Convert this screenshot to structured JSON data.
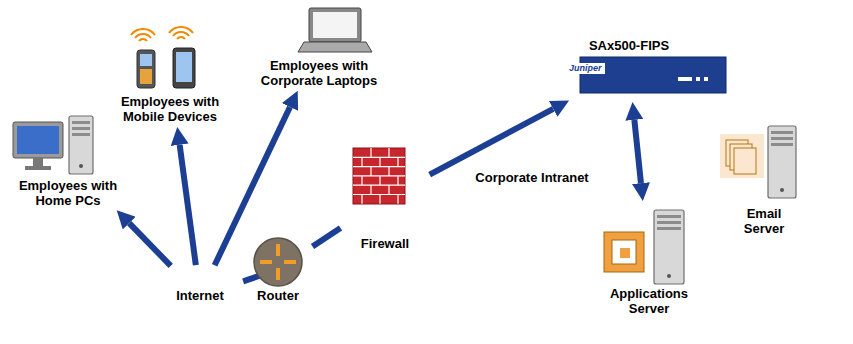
{
  "diagram": {
    "nodes": [
      {
        "text": [
          "Employees with Home PCs"
        ]
      },
      {
        "text": [
          "Employees with Mobile Devices"
        ]
      },
      {
        "text": [
          "Employees with Corporate Laptops"
        ]
      },
      {
        "text": [
          "Internet"
        ]
      },
      {
        "text": [
          "Router"
        ]
      },
      {
        "text": [
          "Firewall"
        ]
      },
      {
        "text": [
          "Corporate Intranet"
        ]
      },
      {
        "text": [
          "SAx500-FIPS"
        ],
        "in": 6
      },
      {
        "text": [
          "Email Server"
        ],
        "in": 6
      },
      {
        "text": [
          "Applications Server"
        ],
        "in": 6
      }
    ],
    "edges": [
      {
        "from": 3,
        "to": 0,
        "arrow": "to"
      },
      {
        "from": 3,
        "to": 1,
        "arrow": "to"
      },
      {
        "from": 3,
        "to": 2,
        "arrow": "to"
      },
      {
        "from": 4,
        "to": 3,
        "arrow": "none"
      },
      {
        "from": 4,
        "to": 5,
        "arrow": "none"
      },
      {
        "from": 5,
        "to": 7,
        "arrow": "to"
      },
      {
        "from": 7,
        "to": 9,
        "arrow": "both"
      }
    ],
    "labels": [
      "Juniper"
    ]
  }
}
